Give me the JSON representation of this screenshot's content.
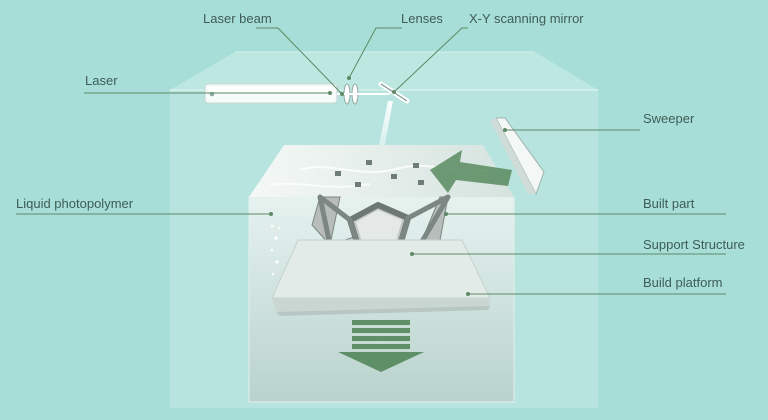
{
  "labels": {
    "laser_beam": "Laser beam",
    "lenses": "Lenses",
    "xy_mirror": "X-Y scanning mirror",
    "laser": "Laser",
    "sweeper": "Sweeper",
    "liquid_photopolymer": "Liquid photopolymer",
    "built_part": "Built part",
    "support_structure": "Support Structure",
    "build_platform": "Build platform"
  },
  "colors": {
    "background": "#a7dfd8",
    "leader_line": "#5d8a66",
    "arrow": "#5f8f66",
    "text": "#3f5c56"
  }
}
